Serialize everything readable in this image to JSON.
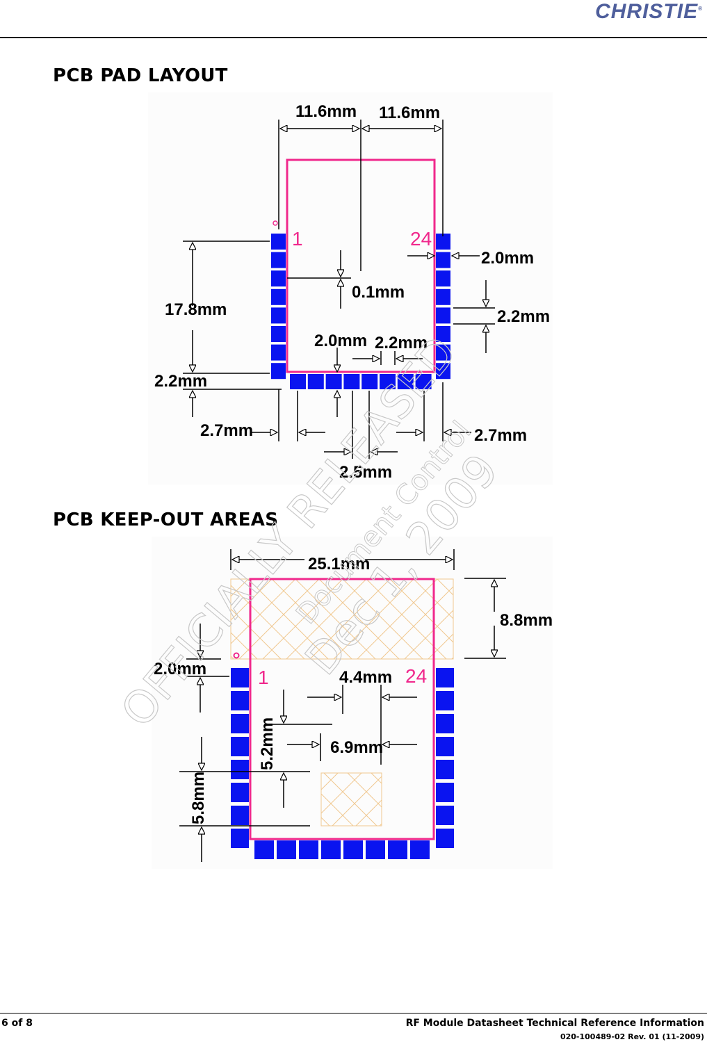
{
  "header": {
    "logo_text": "CHRISTIE",
    "logo_mark": "®"
  },
  "sections": [
    {
      "title": "PCB PAD LAYOUT"
    },
    {
      "title": "PCB KEEP-OUT AREAS"
    }
  ],
  "pad_layout": {
    "pin_first": "1",
    "pin_last": "24",
    "labels": {
      "top_left": "11.6mm",
      "top_right": "11.6mm",
      "right_pad": "2.0mm",
      "right_pitch": "2.2mm",
      "center": "0.1mm",
      "left_height": "17.8mm",
      "left_pitch": "2.2mm",
      "bottom_pad": "2.0mm",
      "bottom_pitch": "2.2mm",
      "left_offset": "2.7mm",
      "right_offset": "2.7mm",
      "bottom_width": "2.5mm"
    }
  },
  "keepout": {
    "pin_first": "1",
    "pin_last": "24",
    "labels": {
      "width": "25.1mm",
      "top_height": "8.8mm",
      "pad_offset": "2.0mm",
      "inner_width": "4.4mm",
      "inner_height": "5.2mm",
      "inner_span": "6.9mm",
      "lower_height": "5.8mm"
    }
  },
  "watermark": {
    "line1": "OFFICIALLY RELEASED",
    "line2": "Document Control",
    "line3": "Dec 1, 2009"
  },
  "footer": {
    "page": "6 of 8",
    "title": "RF Module Datasheet Technical Reference Information",
    "doc_number": "020-100489-02 Rev. 01 (11-2009)"
  },
  "colors": {
    "pad": "#0a14f0",
    "outline": "#f0288c",
    "hatch": "#f0c890",
    "logo": "#4f5f9c"
  }
}
